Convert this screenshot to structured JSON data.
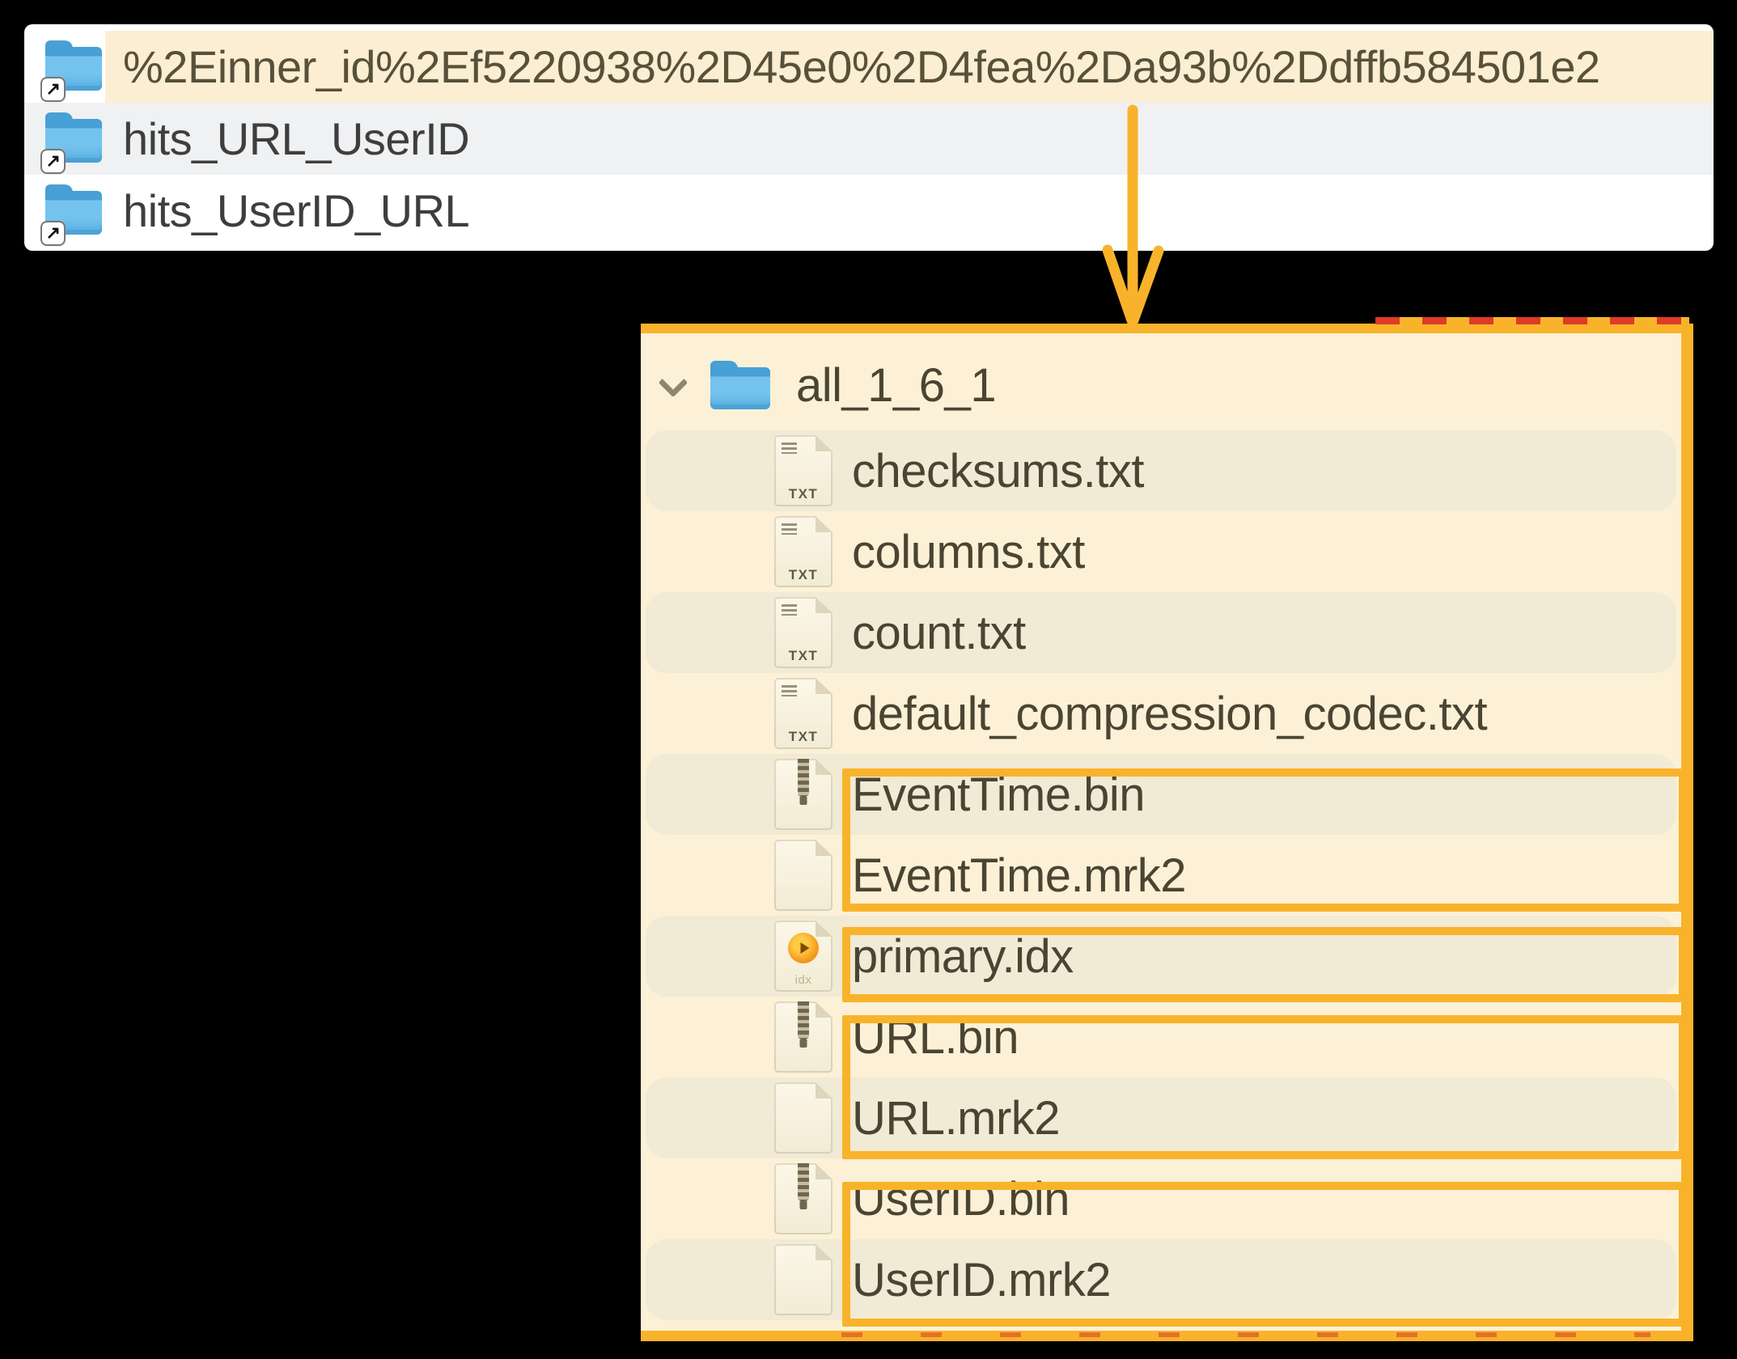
{
  "colors": {
    "accent_orange": "#f9b32b",
    "annotation_red": "#df3a25",
    "highlight_cream": "#fbeed2",
    "alt_row_gray": "#eff1f3",
    "finder_bg": "#ffffff",
    "panel_bg": "#fcf1d6",
    "panel_stripe": "#f1ead5",
    "folder_blue_dark": "#47a0d6",
    "idx_orange": "#f59d1e",
    "text_dark": "#3e3e3e",
    "text_olive": "#57503a",
    "panel_text": "#4a4433"
  },
  "finder": {
    "rows": [
      {
        "name": "%2Einner_id%2Ef5220938%2D45e0%2D4fea%2Da93b%2Ddffb584501e2",
        "icon": "alias-folder",
        "highlighted": true
      },
      {
        "name": "hits_URL_UserID",
        "icon": "alias-folder",
        "highlighted": false
      },
      {
        "name": "hits_UserID_URL",
        "icon": "alias-folder",
        "highlighted": false
      }
    ]
  },
  "tree": {
    "root": {
      "name": "all_1_6_1",
      "icon": "folder",
      "expanded": true
    },
    "files": [
      {
        "name": "checksums.txt",
        "type": "txt"
      },
      {
        "name": "columns.txt",
        "type": "txt"
      },
      {
        "name": "count.txt",
        "type": "txt"
      },
      {
        "name": "default_compression_codec.txt",
        "type": "txt"
      },
      {
        "name": "EventTime.bin",
        "type": "bin"
      },
      {
        "name": "EventTime.mrk2",
        "type": "mrk2"
      },
      {
        "name": "primary.idx",
        "type": "idx"
      },
      {
        "name": "URL.bin",
        "type": "bin"
      },
      {
        "name": "URL.mrk2",
        "type": "mrk2"
      },
      {
        "name": "UserID.bin",
        "type": "bin"
      },
      {
        "name": "UserID.mrk2",
        "type": "mrk2"
      }
    ]
  },
  "icons": {
    "txt_label": "TXT",
    "idx_label": "idx",
    "alias_arrow": "↗"
  },
  "annotations": {
    "arrow_target": "all_1_6_1 panel",
    "boxes": [
      "EventTime.bin + EventTime.mrk2",
      "primary.idx",
      "URL.bin + URL.mrk2",
      "UserID.bin + UserID.mrk2"
    ]
  }
}
